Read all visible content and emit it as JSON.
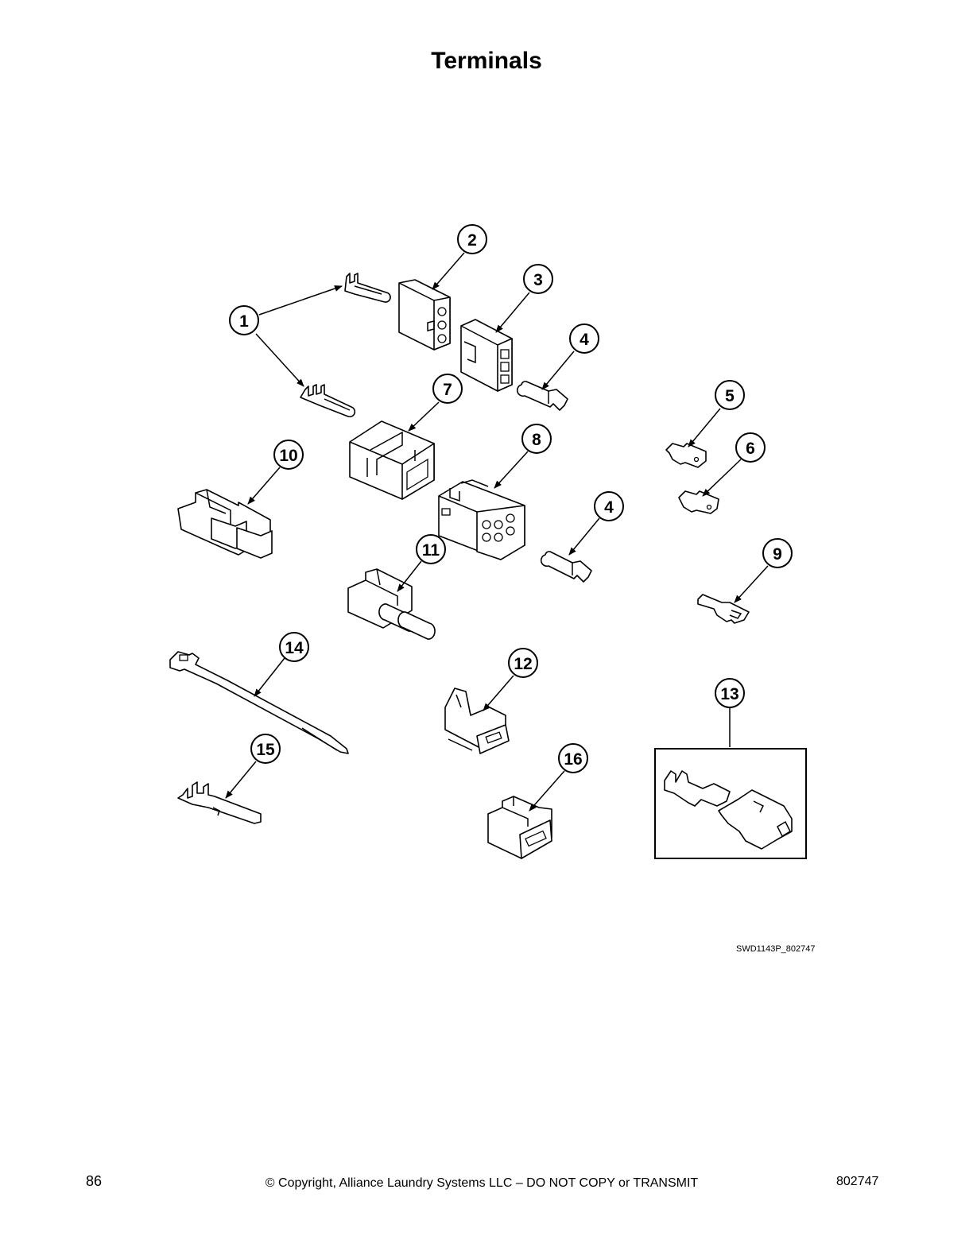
{
  "title": "Terminals",
  "drawing_id": "SWD1143P_802747",
  "footer": {
    "page_number": "86",
    "copyright": "© Copyright, Alliance Laundry Systems LLC – DO NOT COPY or TRANSMIT",
    "doc_number": "802747"
  },
  "callouts": [
    {
      "id": "c1",
      "label": "1",
      "part": "terminal-pin"
    },
    {
      "id": "c2",
      "label": "2",
      "part": "connector-housing-3-pin"
    },
    {
      "id": "c3",
      "label": "3",
      "part": "connector-housing-3-socket"
    },
    {
      "id": "c4a",
      "label": "4",
      "part": "socket-terminal"
    },
    {
      "id": "c5",
      "label": "5",
      "part": "receptacle-terminal"
    },
    {
      "id": "c6",
      "label": "6",
      "part": "receptacle-terminal"
    },
    {
      "id": "c7",
      "label": "7",
      "part": "connector-housing-2-pin"
    },
    {
      "id": "c8",
      "label": "8",
      "part": "connector-housing-6-socket"
    },
    {
      "id": "c4b",
      "label": "4",
      "part": "socket-terminal"
    },
    {
      "id": "c9",
      "label": "9",
      "part": "quick-disconnect-terminal"
    },
    {
      "id": "c10",
      "label": "10",
      "part": "connector-housing"
    },
    {
      "id": "c11",
      "label": "11",
      "part": "connector-housing"
    },
    {
      "id": "c12",
      "label": "12",
      "part": "connector-housing"
    },
    {
      "id": "c13",
      "label": "13",
      "part": "terminal-with-insulator"
    },
    {
      "id": "c14",
      "label": "14",
      "part": "cable-tie"
    },
    {
      "id": "c15",
      "label": "15",
      "part": "terminal"
    },
    {
      "id": "c16",
      "label": "16",
      "part": "connector-housing"
    }
  ]
}
